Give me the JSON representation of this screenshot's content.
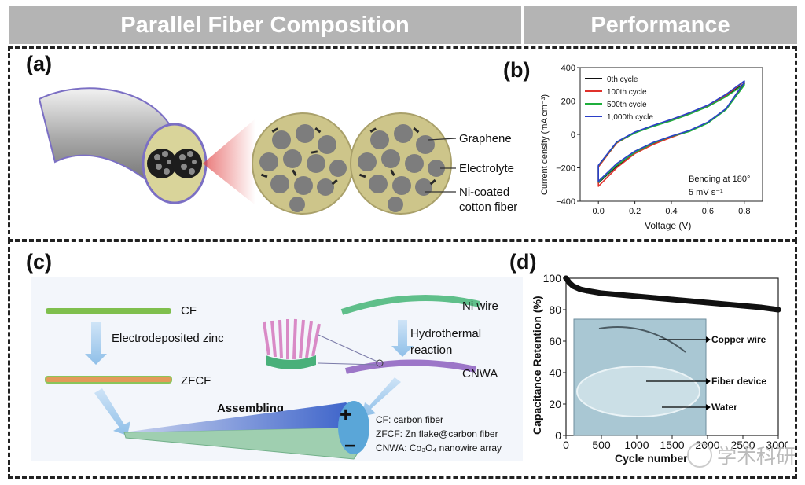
{
  "header": {
    "left_title": "Parallel Fiber Composition",
    "right_title": "Performance"
  },
  "panels": {
    "a": {
      "label": "(a)",
      "legend": [
        "Graphene",
        "Electrolyte",
        "Ni-coated",
        "cotton fiber"
      ]
    },
    "b": {
      "label": "(b)",
      "xlabel": "Voltage (V)",
      "ylabel": "Current density (mA cm⁻³)",
      "xticks": [
        "0.0",
        "0.2",
        "0.4",
        "0.6",
        "0.8"
      ],
      "yticks": [
        "400",
        "200",
        "0",
        "−200",
        "−400"
      ],
      "legend": [
        {
          "name": "0th cycle",
          "color": "#111111"
        },
        {
          "name": "100th cycle",
          "color": "#e0312b"
        },
        {
          "name": "500th cycle",
          "color": "#1fae3c"
        },
        {
          "name": "1,000th cycle",
          "color": "#2b3fc8"
        }
      ],
      "annotation_1": "Bending at 180°",
      "annotation_2": "5 mV s⁻¹"
    },
    "c": {
      "label": "(c)",
      "cf": "CF",
      "step1": "Electrodeposited zinc",
      "zfcf": "ZFCF",
      "ni_wire": "Ni wire",
      "step2a": "Hydrothermal",
      "step2b": "reaction",
      "cnwa": "CNWA",
      "assembling": "Assembling",
      "plus": "+",
      "minus": "−",
      "legend_1": "CF: carbon fiber",
      "legend_2": "ZFCF: Zn flake@carbon fiber",
      "legend_3": "CNWA: Co₃O₄ nanowire array"
    },
    "d": {
      "label": "(d)",
      "ylabel": "Capacitance Retention (%)",
      "xlabel": "Cycle number",
      "yticks": [
        "100",
        "80",
        "60",
        "40",
        "20",
        "0"
      ],
      "xticks": [
        "0",
        "500",
        "1000",
        "1500",
        "2000",
        "2500",
        "3000"
      ],
      "callouts": [
        "Copper wire",
        "Fiber device",
        "Water"
      ]
    }
  },
  "watermark": "学术科研",
  "chart_data": [
    {
      "type": "line",
      "xlabel": "Voltage (V)",
      "ylabel": "Current density (mA cm⁻³)",
      "xlim": [
        -0.1,
        0.9
      ],
      "ylim": [
        -400,
        400
      ],
      "series": [
        {
          "name": "0th cycle",
          "x": [
            0.0,
            0.1,
            0.2,
            0.3,
            0.4,
            0.5,
            0.6,
            0.7,
            0.8,
            0.8,
            0.7,
            0.6,
            0.5,
            0.4,
            0.3,
            0.2,
            0.1,
            0.0
          ],
          "y": [
            -190,
            -50,
            10,
            50,
            85,
            125,
            170,
            230,
            305,
            300,
            150,
            70,
            20,
            -15,
            -55,
            -110,
            -190,
            -290
          ]
        },
        {
          "name": "100th cycle",
          "x": [
            0.0,
            0.1,
            0.2,
            0.3,
            0.4,
            0.5,
            0.6,
            0.7,
            0.8,
            0.8,
            0.7,
            0.6,
            0.5,
            0.4,
            0.3,
            0.2,
            0.1,
            0.0
          ],
          "y": [
            -195,
            -52,
            12,
            52,
            88,
            128,
            172,
            235,
            318,
            310,
            152,
            72,
            22,
            -18,
            -60,
            -115,
            -200,
            -310
          ]
        },
        {
          "name": "500th cycle",
          "x": [
            0.0,
            0.1,
            0.2,
            0.3,
            0.4,
            0.5,
            0.6,
            0.7,
            0.8,
            0.8,
            0.7,
            0.6,
            0.5,
            0.4,
            0.3,
            0.2,
            0.1,
            0.0
          ],
          "y": [
            -188,
            -48,
            8,
            48,
            82,
            122,
            166,
            226,
            300,
            295,
            148,
            68,
            18,
            -12,
            -52,
            -108,
            -185,
            -285
          ]
        },
        {
          "name": "1,000th cycle",
          "x": [
            0.0,
            0.1,
            0.2,
            0.3,
            0.4,
            0.5,
            0.6,
            0.7,
            0.8,
            0.8,
            0.7,
            0.6,
            0.5,
            0.4,
            0.3,
            0.2,
            0.1,
            0.0
          ],
          "y": [
            -185,
            -45,
            14,
            54,
            90,
            130,
            175,
            240,
            320,
            312,
            155,
            74,
            24,
            -10,
            -48,
            -100,
            -175,
            -280
          ]
        }
      ]
    },
    {
      "type": "scatter",
      "xlabel": "Cycle number",
      "ylabel": "Capacitance Retention (%)",
      "xlim": [
        0,
        3000
      ],
      "ylim": [
        0,
        100
      ],
      "x": [
        0,
        50,
        100,
        200,
        300,
        500,
        750,
        1000,
        1250,
        1500,
        1750,
        2000,
        2250,
        2500,
        2750,
        3000
      ],
      "y": [
        100,
        97,
        95,
        93,
        92,
        90.5,
        89.5,
        88.5,
        87.5,
        86.5,
        85.5,
        84.5,
        83.5,
        82.5,
        81.5,
        80
      ]
    }
  ]
}
